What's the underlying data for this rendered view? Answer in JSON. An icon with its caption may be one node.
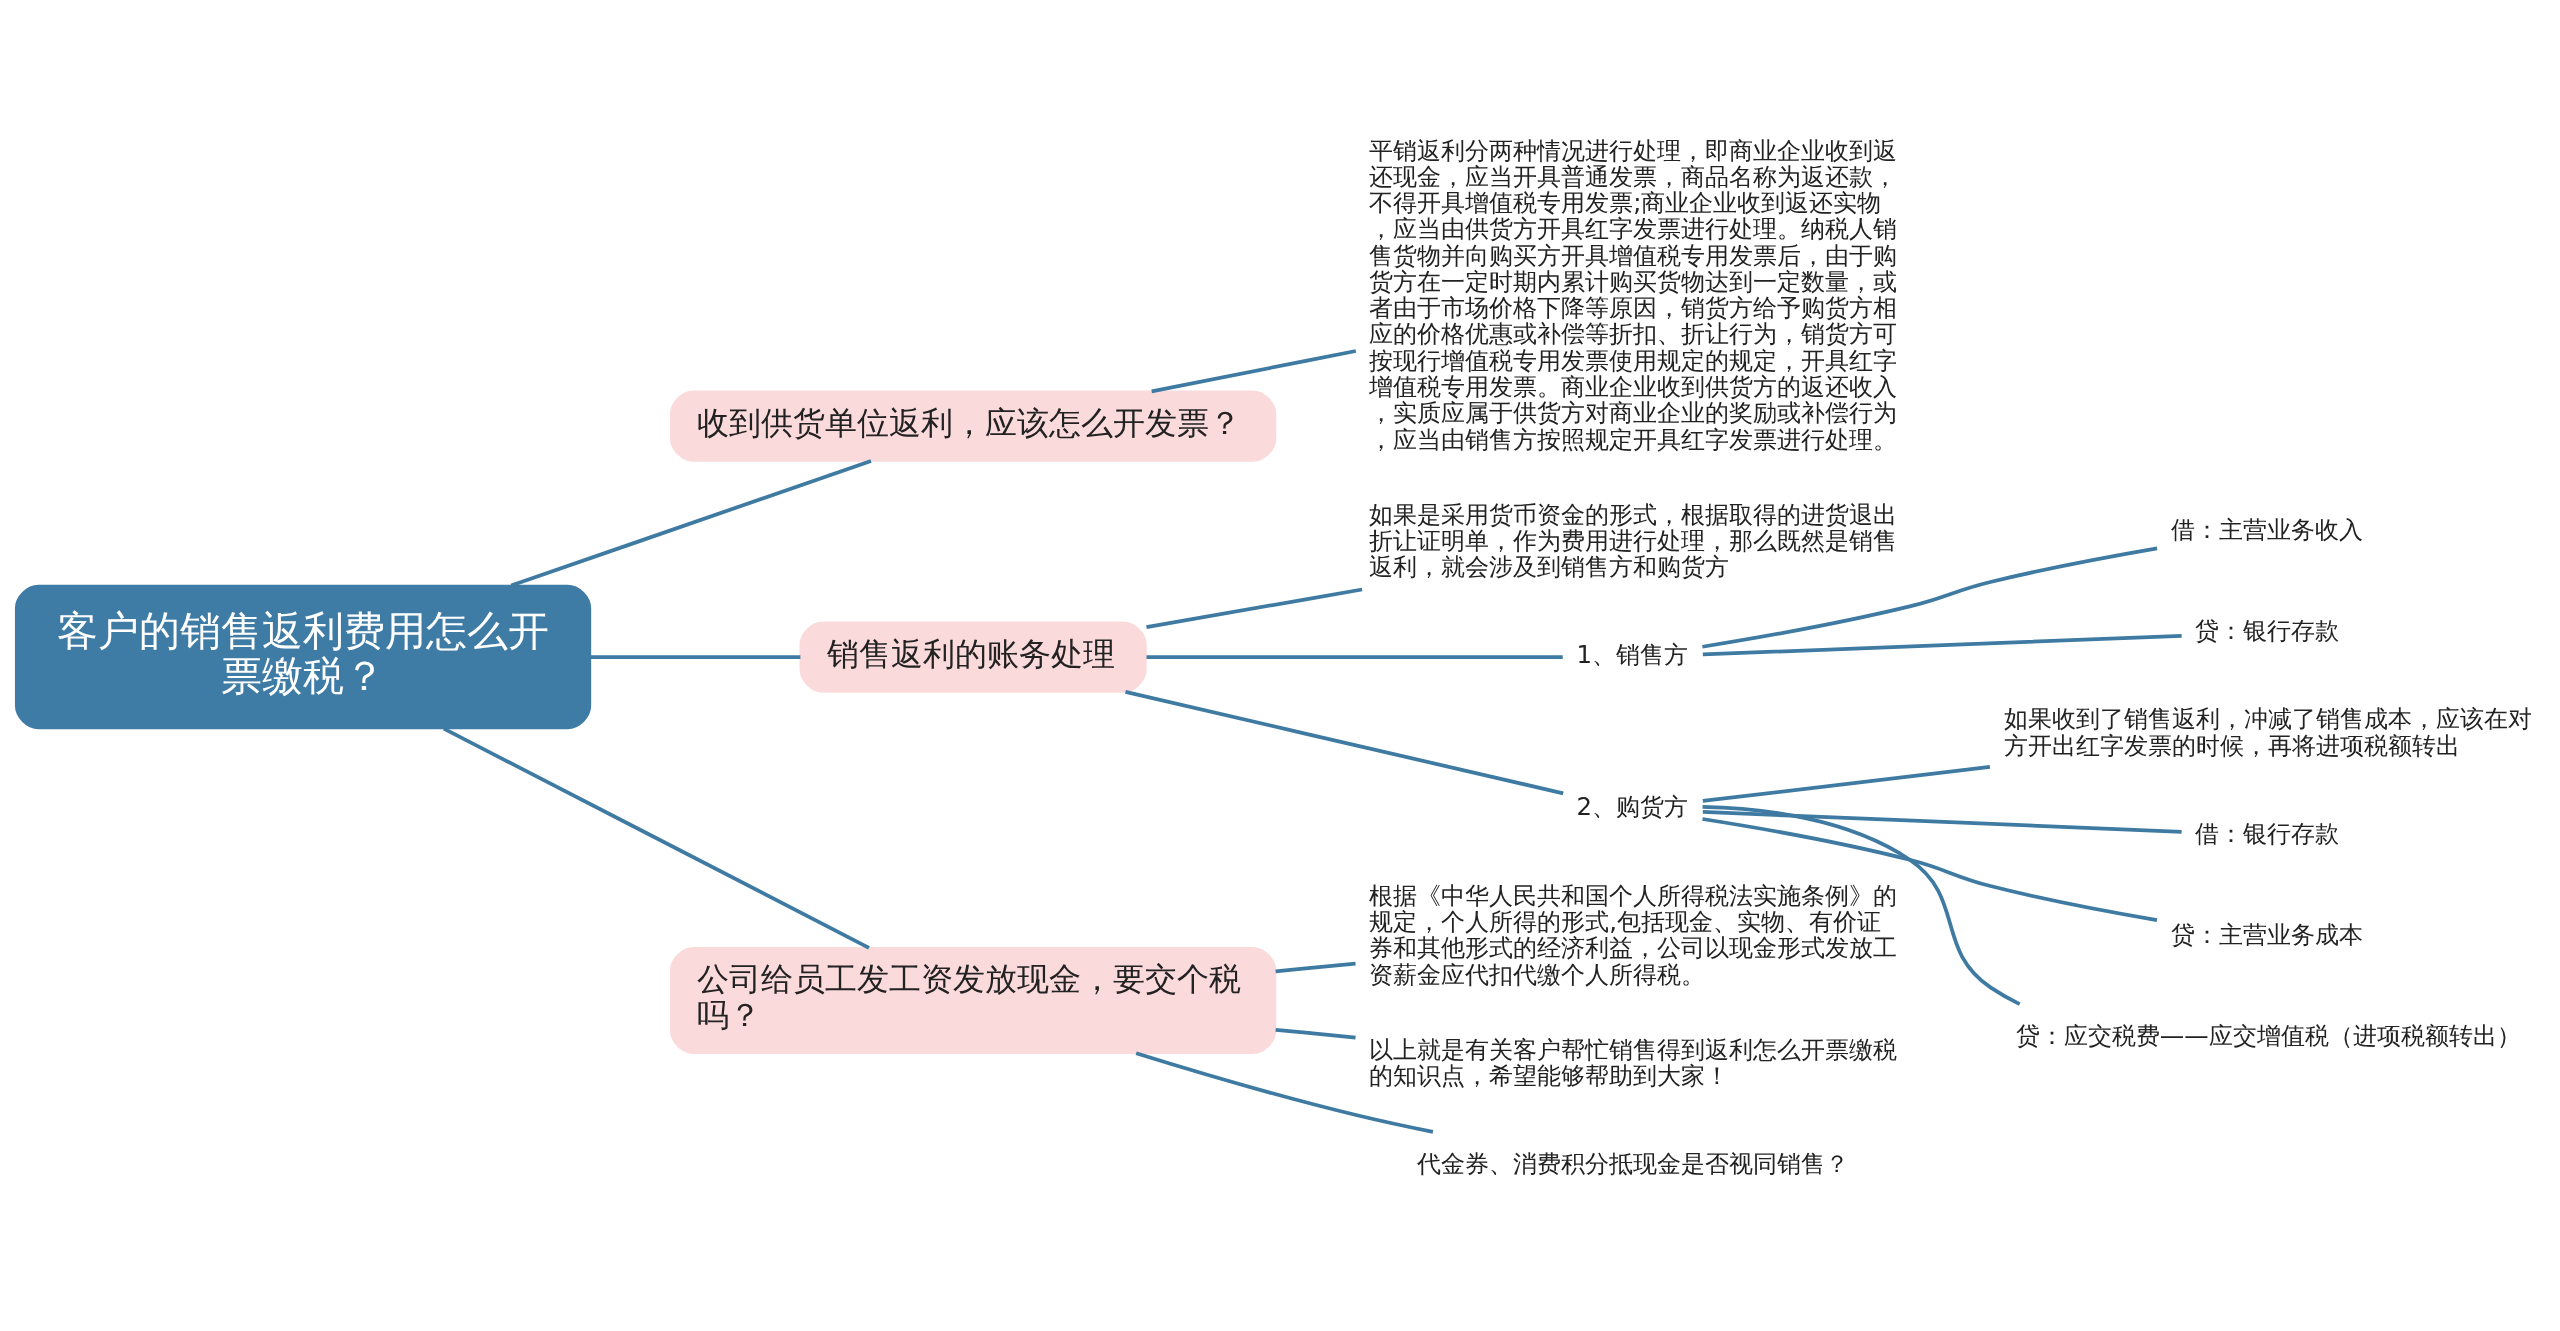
{
  "diagram": {
    "nodes": [
      {
        "text": [
          "客户的销售返利费用怎么开票缴税？"
        ]
      },
      {
        "text": [
          "收到供货单位返利，应该怎么开发票？"
        ]
      },
      {
        "text": [
          "平销返利分两种情况进行处理，即商业企业收到返还现金，应当开具普通发票，商品名称为返还款，不得开具增值税专用发票;商业企业收到返还实物，应当由供货方开具红字发票进行处理。纳税人销售货物并向购买方开具增值税专用发票后，由于购货方在一定时期内累计购买货物达到一定数量，或者由于市场价格下降等原因，销货方给予购货方相应的价格优惠或补偿等折扣、折让行为，销货方可按现行增值税专用发票使用规定的规定，开具红字增值税专用发票。商业企业收到供货方的返还收入，实质应属于供货方对商业企业的奖励或补偿行为，应当由销售方按照规定开具红字发票进行处理。"
        ]
      },
      {
        "text": [
          "销售返利的账务处理"
        ]
      },
      {
        "text": [
          "如果是采用货币资金的形式，根据取得的进货退出折让证明单，作为费用进行处理，那么既然是销售返利，就会涉及到销售方和购货方"
        ]
      },
      {
        "text": [
          "1、销售方"
        ]
      },
      {
        "text": [
          "借：主营业务收入"
        ]
      },
      {
        "text": [
          "贷：银行存款"
        ]
      },
      {
        "text": [
          "2、购货方"
        ]
      },
      {
        "text": [
          "如果收到了销售返利，冲减了销售成本，应该在对方开出红字发票的时候，再将进项税额转出"
        ]
      },
      {
        "text": [
          "借：银行存款"
        ]
      },
      {
        "text": [
          "贷：主营业务成本"
        ]
      },
      {
        "text": [
          "贷：应交税费——应交增值税（进项税额转出）"
        ]
      },
      {
        "text": [
          "公司给员工发工资发放现金，要交个税吗？"
        ]
      },
      {
        "text": [
          "根据《中华人民共和国个人所得税法实施条例》的规定，个人所得的形式,包括现金、实物、有价证券和其他形式的经济利益，公司以现金形式发放工资薪金应代扣代缴个人所得税。"
        ]
      },
      {
        "text": [
          "以上就是有关客户帮忙销售得到返利怎么开票缴税的知识点，希望能够帮助到大家！"
        ]
      },
      {
        "text": [
          "代金券、消费积分抵现金是否视同销售？"
        ]
      }
    ],
    "edges": [
      {
        "from": 0,
        "to": 1,
        "arrow": "none"
      },
      {
        "from": 1,
        "to": 2,
        "arrow": "none"
      },
      {
        "from": 0,
        "to": 3,
        "arrow": "none"
      },
      {
        "from": 3,
        "to": 4,
        "arrow": "none"
      },
      {
        "from": 3,
        "to": 5,
        "arrow": "none"
      },
      {
        "from": 5,
        "to": 6,
        "arrow": "none"
      },
      {
        "from": 5,
        "to": 7,
        "arrow": "none"
      },
      {
        "from": 3,
        "to": 8,
        "arrow": "none"
      },
      {
        "from": 8,
        "to": 9,
        "arrow": "none"
      },
      {
        "from": 8,
        "to": 10,
        "arrow": "none"
      },
      {
        "from": 8,
        "to": 11,
        "arrow": "none"
      },
      {
        "from": 8,
        "to": 12,
        "arrow": "none"
      },
      {
        "from": 0,
        "to": 13,
        "arrow": "none"
      },
      {
        "from": 13,
        "to": 14,
        "arrow": "none"
      },
      {
        "from": 13,
        "to": 15,
        "arrow": "none"
      },
      {
        "from": 13,
        "to": 16,
        "arrow": "none"
      }
    ]
  }
}
